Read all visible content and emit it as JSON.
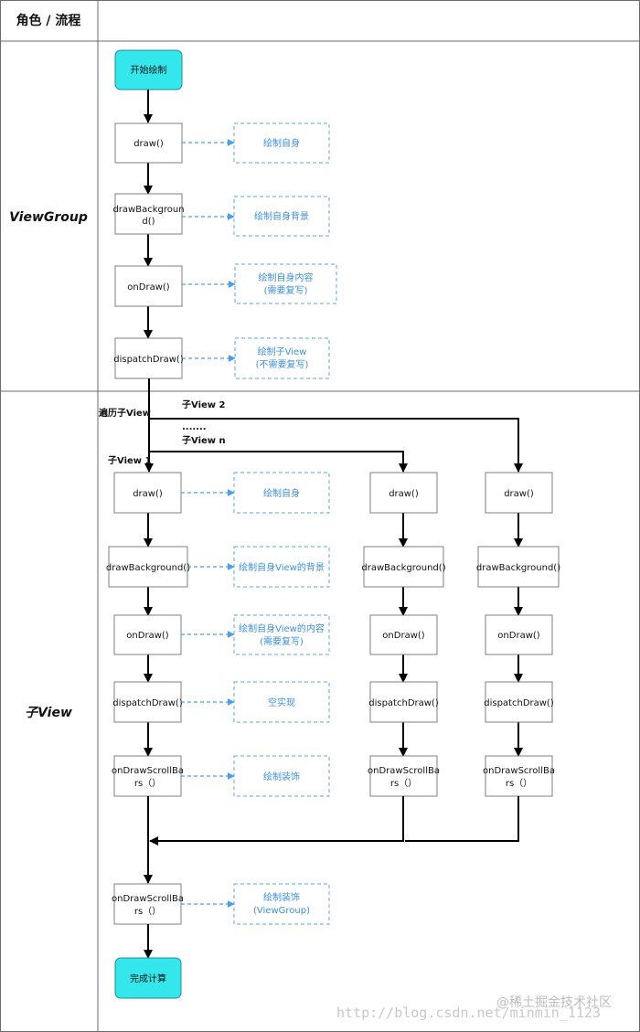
{
  "header": {
    "role_flow": "角色 / 流程"
  },
  "roles": {
    "view_group": "ViewGroup",
    "child_view": "子View"
  },
  "terminals": {
    "start": "开始绘制",
    "end": "完成计算"
  },
  "viewgroup": {
    "steps": [
      "draw()",
      [
        "drawBackgroun",
        "d()"
      ],
      "onDraw()",
      "dispatchDraw()"
    ],
    "notes": [
      [
        "绘制自身"
      ],
      [
        "绘制自身背景"
      ],
      [
        "绘制自身内容",
        "(需要复写)"
      ],
      [
        "绘制子View",
        "(不需要复写)"
      ]
    ]
  },
  "labels": {
    "traverse": "遍历子View",
    "child1": "子View 1",
    "child2": "子View 2",
    "ellipsis": ".......",
    "childn": "子View n"
  },
  "child_columns": [
    {
      "steps": [
        "draw()",
        "drawBackground()",
        "onDraw()",
        "dispatchDraw()",
        [
          "onDrawScrollBa",
          "rs（）"
        ]
      ],
      "notes": [
        [
          "绘制自身"
        ],
        [
          "绘制自身View的背景"
        ],
        [
          "绘制自身View的内容",
          "(需要复写)"
        ],
        [
          "空实现"
        ],
        [
          "绘制装饰"
        ]
      ]
    },
    {
      "steps": [
        "draw()",
        "drawBackground()",
        "onDraw()",
        "dispatchDraw()",
        [
          "onDrawScrollBa",
          "rs（）"
        ]
      ]
    },
    {
      "steps": [
        "draw()",
        "drawBackground()",
        "onDraw()",
        "dispatchDraw()",
        [
          "onDrawScrollBa",
          "rs（）"
        ]
      ]
    }
  ],
  "final": {
    "step": [
      "onDrawScrollBa",
      "rs（）"
    ],
    "note": [
      "绘制装饰",
      "(ViewGroup)"
    ]
  },
  "watermark": {
    "url": "http://blog.csdn.net/minmin_1123",
    "brand": "@稀土掘金技术社区"
  }
}
